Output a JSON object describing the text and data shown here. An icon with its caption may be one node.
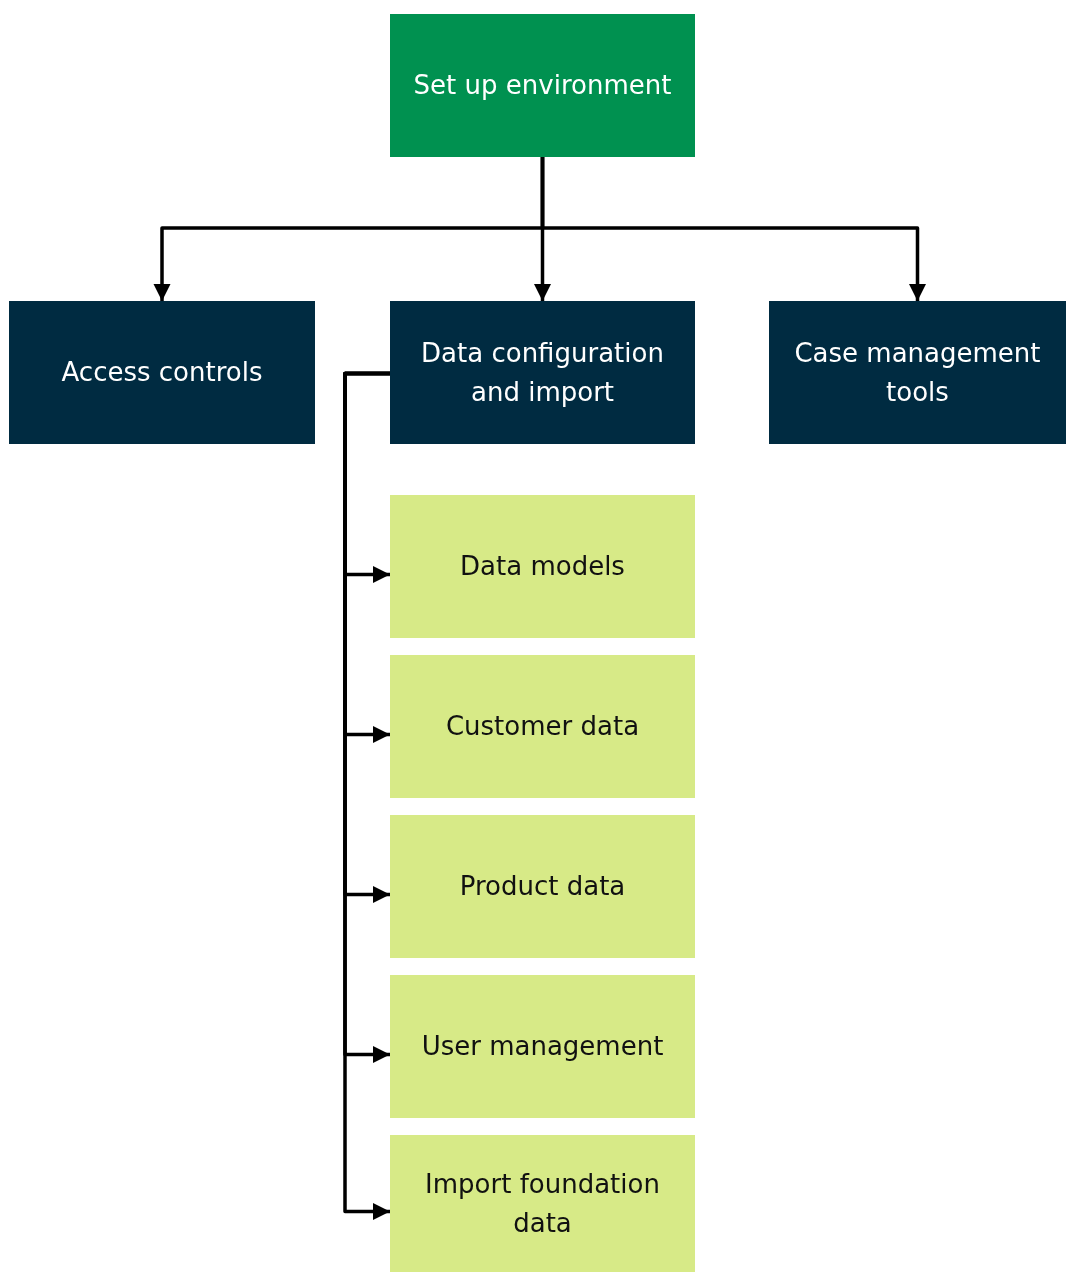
{
  "diagram": {
    "nodes": [
      {
        "text": [
          "Set up environment"
        ]
      },
      {
        "text": [
          "Access controls"
        ]
      },
      {
        "text": [
          "Data configuration and import"
        ]
      },
      {
        "text": [
          "Case management tools"
        ]
      },
      {
        "text": [
          "Data models"
        ]
      },
      {
        "text": [
          "Customer data"
        ]
      },
      {
        "text": [
          "Product data"
        ]
      },
      {
        "text": [
          "User management"
        ]
      },
      {
        "text": [
          "Import foundation data"
        ]
      }
    ],
    "edges": [
      {
        "from": 0,
        "to": 1,
        "arrow": "to"
      },
      {
        "from": 0,
        "to": 2,
        "arrow": "to"
      },
      {
        "from": 0,
        "to": 3,
        "arrow": "to"
      },
      {
        "from": 2,
        "to": 4,
        "arrow": "to"
      },
      {
        "from": 2,
        "to": 5,
        "arrow": "to"
      },
      {
        "from": 2,
        "to": 6,
        "arrow": "to"
      },
      {
        "from": 2,
        "to": 7,
        "arrow": "to"
      },
      {
        "from": 2,
        "to": 8,
        "arrow": "to"
      }
    ]
  }
}
